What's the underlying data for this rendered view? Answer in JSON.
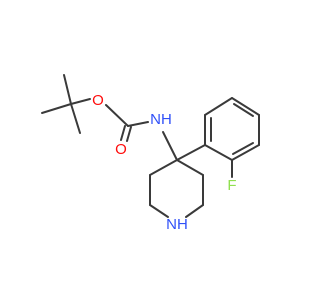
{
  "molecule": {
    "atoms": {
      "o_ether": {
        "label": "O",
        "color": "#ff0d0d"
      },
      "o_carbonyl": {
        "label": "O",
        "color": "#ff0d0d"
      },
      "n_amide": {
        "label": "NH",
        "color": "#3050f8"
      },
      "n_ring": {
        "label": "NH",
        "color": "#3050f8"
      },
      "f": {
        "label": "F",
        "color": "#90e050"
      }
    },
    "bond_color": "#3a3a3a"
  }
}
